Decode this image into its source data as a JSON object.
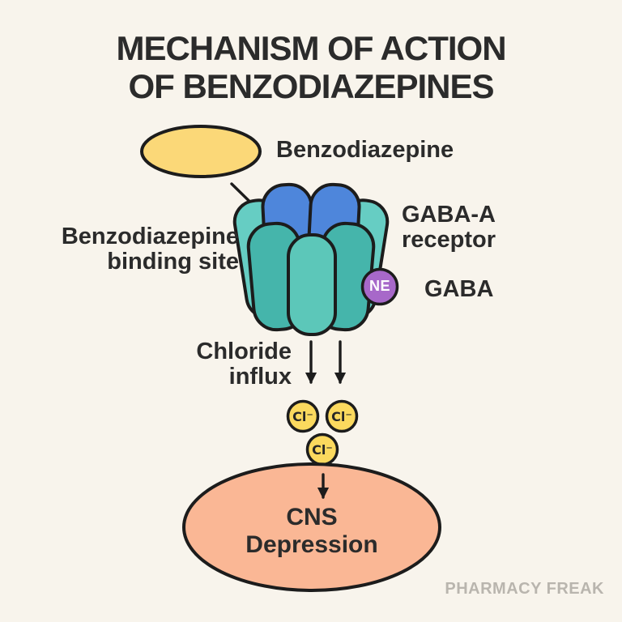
{
  "title": {
    "line1": "MECHANISM OF ACTION",
    "line2": "OF BENZODIAZEPINES"
  },
  "molecule": {
    "label": "Benzodiazepine"
  },
  "binding_site": {
    "line1": "Benzodiazepine",
    "line2": "binding site"
  },
  "receptor": {
    "line1": "GABA-A",
    "line2": "receptor"
  },
  "gaba": {
    "label": "GABA",
    "badge": "NE"
  },
  "chloride": {
    "line1": "Chloride",
    "line2": "influx",
    "ion": "Cl⁻"
  },
  "cns": {
    "line1": "CNS",
    "line2": "Depression"
  },
  "watermark": "PHARMACY FREAK",
  "colors": {
    "background": "#f8f4ec",
    "outline": "#1c1c1c",
    "text": "#2b2b2b",
    "benzo_fill": "#fbd878",
    "receptor_blue": "#4e86db",
    "teal_back": "#66cdc3",
    "teal_front": "#45b5ab",
    "teal_center": "#5cc7b9",
    "ne_fill": "#a768c9",
    "ion_fill": "#fbd95e",
    "cns_fill": "#fab795",
    "watermark_gray": "#b9b5ae"
  }
}
